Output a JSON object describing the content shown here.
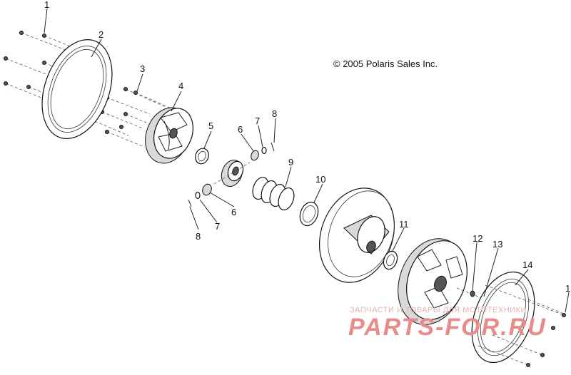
{
  "copyright": "© 2005 Polaris Sales Inc.",
  "callouts": [
    {
      "id": "c1a",
      "label": "1"
    },
    {
      "id": "c2",
      "label": "2"
    },
    {
      "id": "c3",
      "label": "3"
    },
    {
      "id": "c4",
      "label": "4"
    },
    {
      "id": "c5",
      "label": "5"
    },
    {
      "id": "c6a",
      "label": "6"
    },
    {
      "id": "c7a",
      "label": "7"
    },
    {
      "id": "c8a",
      "label": "8"
    },
    {
      "id": "c9",
      "label": "9"
    },
    {
      "id": "c10",
      "label": "10"
    },
    {
      "id": "c6b",
      "label": "6"
    },
    {
      "id": "c7b",
      "label": "7"
    },
    {
      "id": "c8b",
      "label": "8"
    },
    {
      "id": "c11",
      "label": "11"
    },
    {
      "id": "c12",
      "label": "12"
    },
    {
      "id": "c13",
      "label": "13"
    },
    {
      "id": "c14",
      "label": "14"
    },
    {
      "id": "c1b",
      "label": "1"
    }
  ],
  "watermark": {
    "line1": "ЗАПЧАСТИ И ТОВАРЫ ДЛЯ МОТОТЕХНИКИ",
    "line2": "PARTS-FOR.RU",
    "color": "#e88b8b"
  }
}
